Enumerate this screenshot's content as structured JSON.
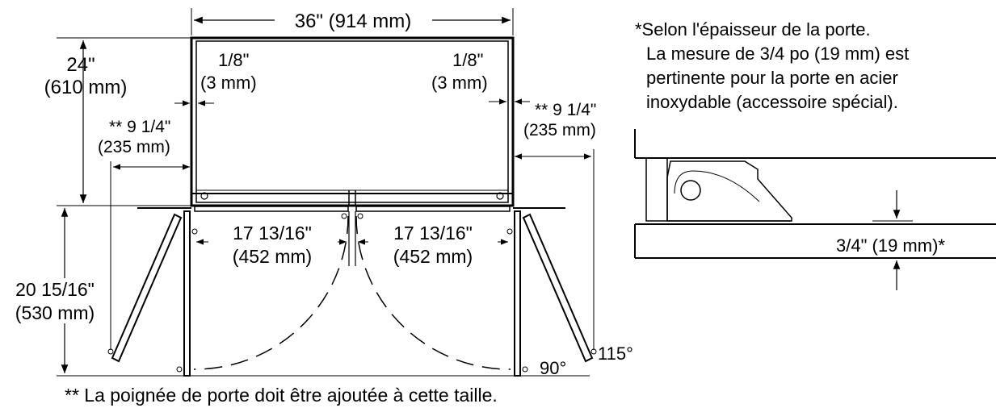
{
  "dimensions": {
    "width_total": "36\" (914 mm)",
    "depth_in": "24\"",
    "depth_mm": "(610 mm)",
    "gap_left_frac": "1/8\"",
    "gap_left_mm": "(3 mm)",
    "gap_right_frac": "1/8\"",
    "gap_right_mm": "(3 mm)",
    "handle_left_in": "** 9 1/4\"",
    "handle_left_mm": "(235 mm)",
    "handle_right_in": "** 9 1/4\"",
    "handle_right_mm": "(235 mm)",
    "door_left_in": "17 13/16\"",
    "door_left_mm": "(452 mm)",
    "door_right_in": "17 13/16\"",
    "door_right_mm": "(452 mm)",
    "door_swing_in": "20 15/16\"",
    "door_swing_mm": "(530 mm)",
    "angle_90": "90°",
    "angle_115": "115°",
    "spacer": "3/4\" (19 mm)*"
  },
  "notes": {
    "star_1": "*Selon l'épaisseur de la porte.",
    "star_2": "La mesure de 3/4 po (19 mm) est",
    "star_3": "pertinente pour la porte en acier",
    "star_4": "inoxydable (accessoire spécial).",
    "double_star": "** La poignée de porte doit être ajoutée à cette taille."
  }
}
